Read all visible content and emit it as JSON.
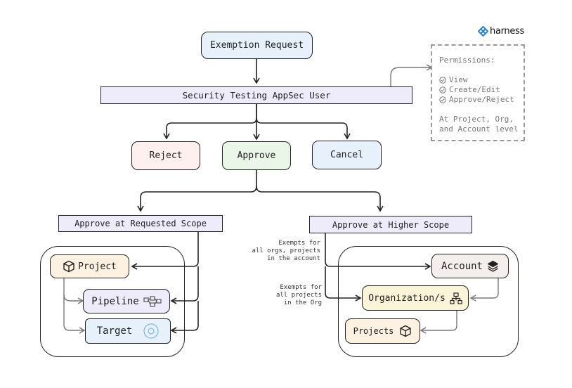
{
  "logo": {
    "text": "harness",
    "icon": "harness-diamond-icon",
    "color": "#1d7fd6"
  },
  "nodes": {
    "exemption_request": "Exemption Request",
    "appsec_user": "Security Testing AppSec User",
    "reject": "Reject",
    "approve": "Approve",
    "cancel": "Cancel",
    "approve_requested": "Approve at Requested Scope",
    "approve_higher": "Approve at Higher Scope",
    "project": "Project",
    "pipeline": "Pipeline",
    "target": "Target",
    "account": "Account",
    "organizations": "Organization/s",
    "projects": "Projects"
  },
  "permissions": {
    "title": "Permissions:",
    "items": [
      "View",
      "Create/Edit",
      "Approve/Reject"
    ],
    "scope_line1": "At Project, Org,",
    "scope_line2": "and Account level"
  },
  "notes": {
    "account_note": [
      "Exempts for",
      "all orgs, projects",
      "in the account"
    ],
    "org_note": [
      "Exempts for",
      "all projects",
      "in the Org"
    ]
  },
  "colors": {
    "exemption_request": "#e6f1fb",
    "appsec_bar": "#eeebfb",
    "reject": "#fdf0ee",
    "approve": "#eaf6e8",
    "cancel": "#e6f1fb",
    "project": "#fdf1e1",
    "pipeline": "#eeebfb",
    "target": "#e6f1fb",
    "account": "#f4efec",
    "organizations": "#fcf4d9",
    "projects": "#fdf1e1"
  }
}
